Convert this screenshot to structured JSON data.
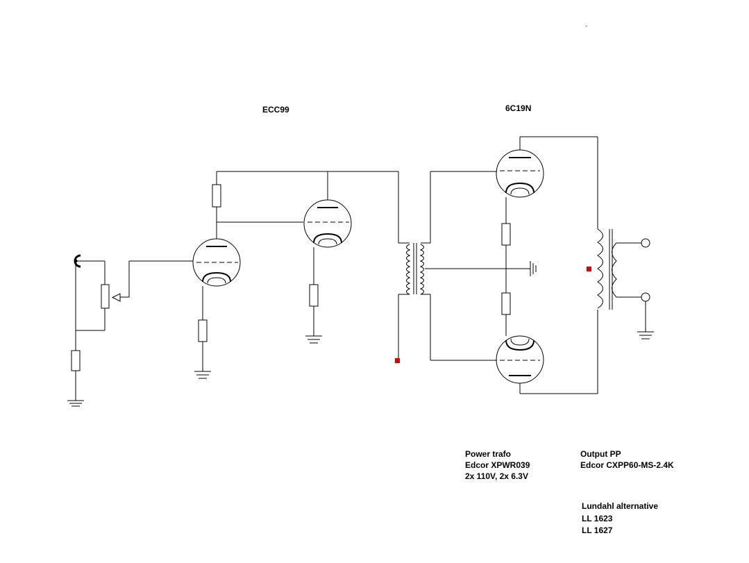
{
  "labels": {
    "preamp_tube": "ECC99",
    "output_tube": "6C19N"
  },
  "notes": {
    "power_trafo": [
      "Power trafo",
      "Edcor XPWR039",
      "2x 110V, 2x 6.3V"
    ],
    "output_pp": [
      "Output PP",
      "Edcor CXPP60-MS-2.4K"
    ],
    "lundahl": [
      "Lundahl alternative",
      "LL 1623",
      "LL 1627"
    ]
  },
  "colors": {
    "line": "#000000",
    "node": "#e00000"
  }
}
